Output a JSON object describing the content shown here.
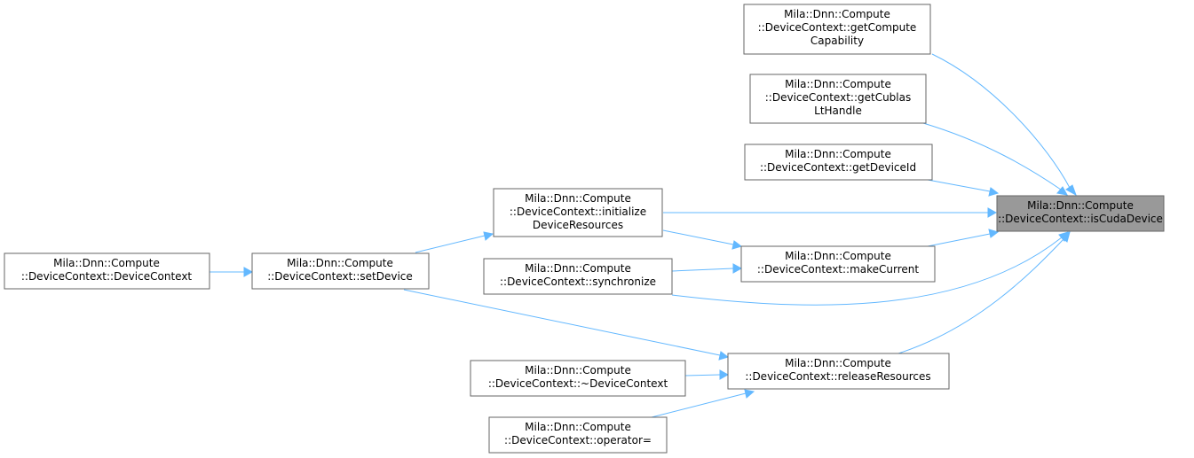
{
  "graph": {
    "type": "caller-graph",
    "colors": {
      "edge": "#63b8ff",
      "node_border": "#666666",
      "node_fill": "#ffffff",
      "highlight_fill": "#999999"
    },
    "nodes": {
      "is_cuda_device": {
        "lines": [
          "Mila::Dnn::Compute",
          "::DeviceContext::isCudaDevice"
        ],
        "highlight": true
      },
      "get_compute_capability": {
        "lines": [
          "Mila::Dnn::Compute",
          "::DeviceContext::getCompute",
          "Capability"
        ]
      },
      "get_cublas_lt_handle": {
        "lines": [
          "Mila::Dnn::Compute",
          "::DeviceContext::getCublas",
          "LtHandle"
        ]
      },
      "get_device_id": {
        "lines": [
          "Mila::Dnn::Compute",
          "::DeviceContext::getDeviceId"
        ]
      },
      "initialize_device_resources": {
        "lines": [
          "Mila::Dnn::Compute",
          "::DeviceContext::initialize",
          "DeviceResources"
        ]
      },
      "make_current": {
        "lines": [
          "Mila::Dnn::Compute",
          "::DeviceContext::makeCurrent"
        ]
      },
      "synchronize": {
        "lines": [
          "Mila::Dnn::Compute",
          "::DeviceContext::synchronize"
        ]
      },
      "release_resources": {
        "lines": [
          "Mila::Dnn::Compute",
          "::DeviceContext::releaseResources"
        ]
      },
      "set_device": {
        "lines": [
          "Mila::Dnn::Compute",
          "::DeviceContext::setDevice"
        ]
      },
      "device_context_ctor": {
        "lines": [
          "Mila::Dnn::Compute",
          "::DeviceContext::DeviceContext"
        ]
      },
      "device_context_dtor": {
        "lines": [
          "Mila::Dnn::Compute",
          "::DeviceContext::~DeviceContext"
        ]
      },
      "operator_assign": {
        "lines": [
          "Mila::Dnn::Compute",
          "::DeviceContext::operator="
        ]
      }
    },
    "edges": [
      {
        "from": "get_compute_capability",
        "to": "is_cuda_device"
      },
      {
        "from": "get_cublas_lt_handle",
        "to": "is_cuda_device"
      },
      {
        "from": "get_device_id",
        "to": "is_cuda_device"
      },
      {
        "from": "initialize_device_resources",
        "to": "is_cuda_device"
      },
      {
        "from": "make_current",
        "to": "is_cuda_device"
      },
      {
        "from": "synchronize",
        "to": "is_cuda_device"
      },
      {
        "from": "release_resources",
        "to": "is_cuda_device"
      },
      {
        "from": "initialize_device_resources",
        "to": "make_current"
      },
      {
        "from": "synchronize",
        "to": "make_current"
      },
      {
        "from": "set_device",
        "to": "initialize_device_resources"
      },
      {
        "from": "set_device",
        "to": "release_resources"
      },
      {
        "from": "device_context_dtor",
        "to": "release_resources"
      },
      {
        "from": "operator_assign",
        "to": "release_resources"
      },
      {
        "from": "device_context_ctor",
        "to": "set_device"
      }
    ]
  }
}
